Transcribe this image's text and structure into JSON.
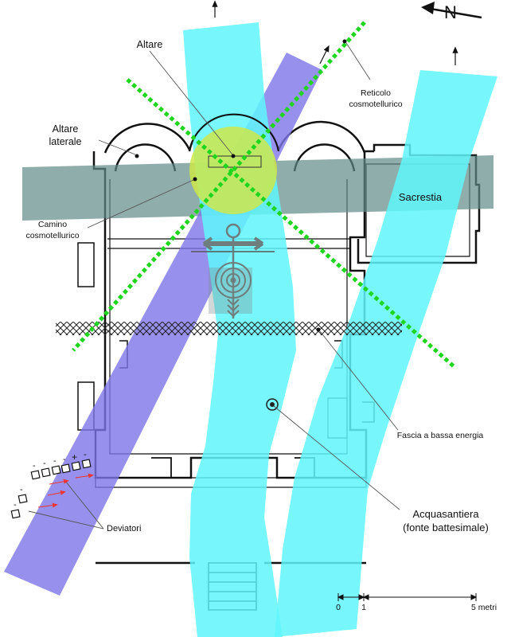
{
  "labels": {
    "altare": "Altare",
    "altare_laterale_1": "Altare",
    "altare_laterale_2": "laterale",
    "reticolo_1": "Reticolo",
    "reticolo_2": "cosmotellurico",
    "camino_1": "Camino",
    "camino_2": "cosmotellurico",
    "sacrestia": "Sacrestia",
    "fascia": "Fascia a bassa energia",
    "acquasantiera_1": "Acquasantiera",
    "acquasantiera_2": "(fonte battesimale)",
    "deviatori": "Deviatori",
    "north": "N"
  },
  "scale": {
    "tick_0": "0",
    "tick_1": "1",
    "tick_5": "5 metri"
  },
  "deviator_signs": {
    "row1": [
      "-",
      "-",
      "-",
      "-",
      "+",
      "-"
    ],
    "row2": [
      "-",
      "-"
    ]
  },
  "colors": {
    "cyan_band": "#5ff6fb",
    "violet_band": "#7d76e8",
    "grey_band": "#5f8a86",
    "green_circle": "#cde84a",
    "green_grid": "#1fd61f",
    "wall": "#111111",
    "energy_symbol": "#6e7d7d"
  }
}
